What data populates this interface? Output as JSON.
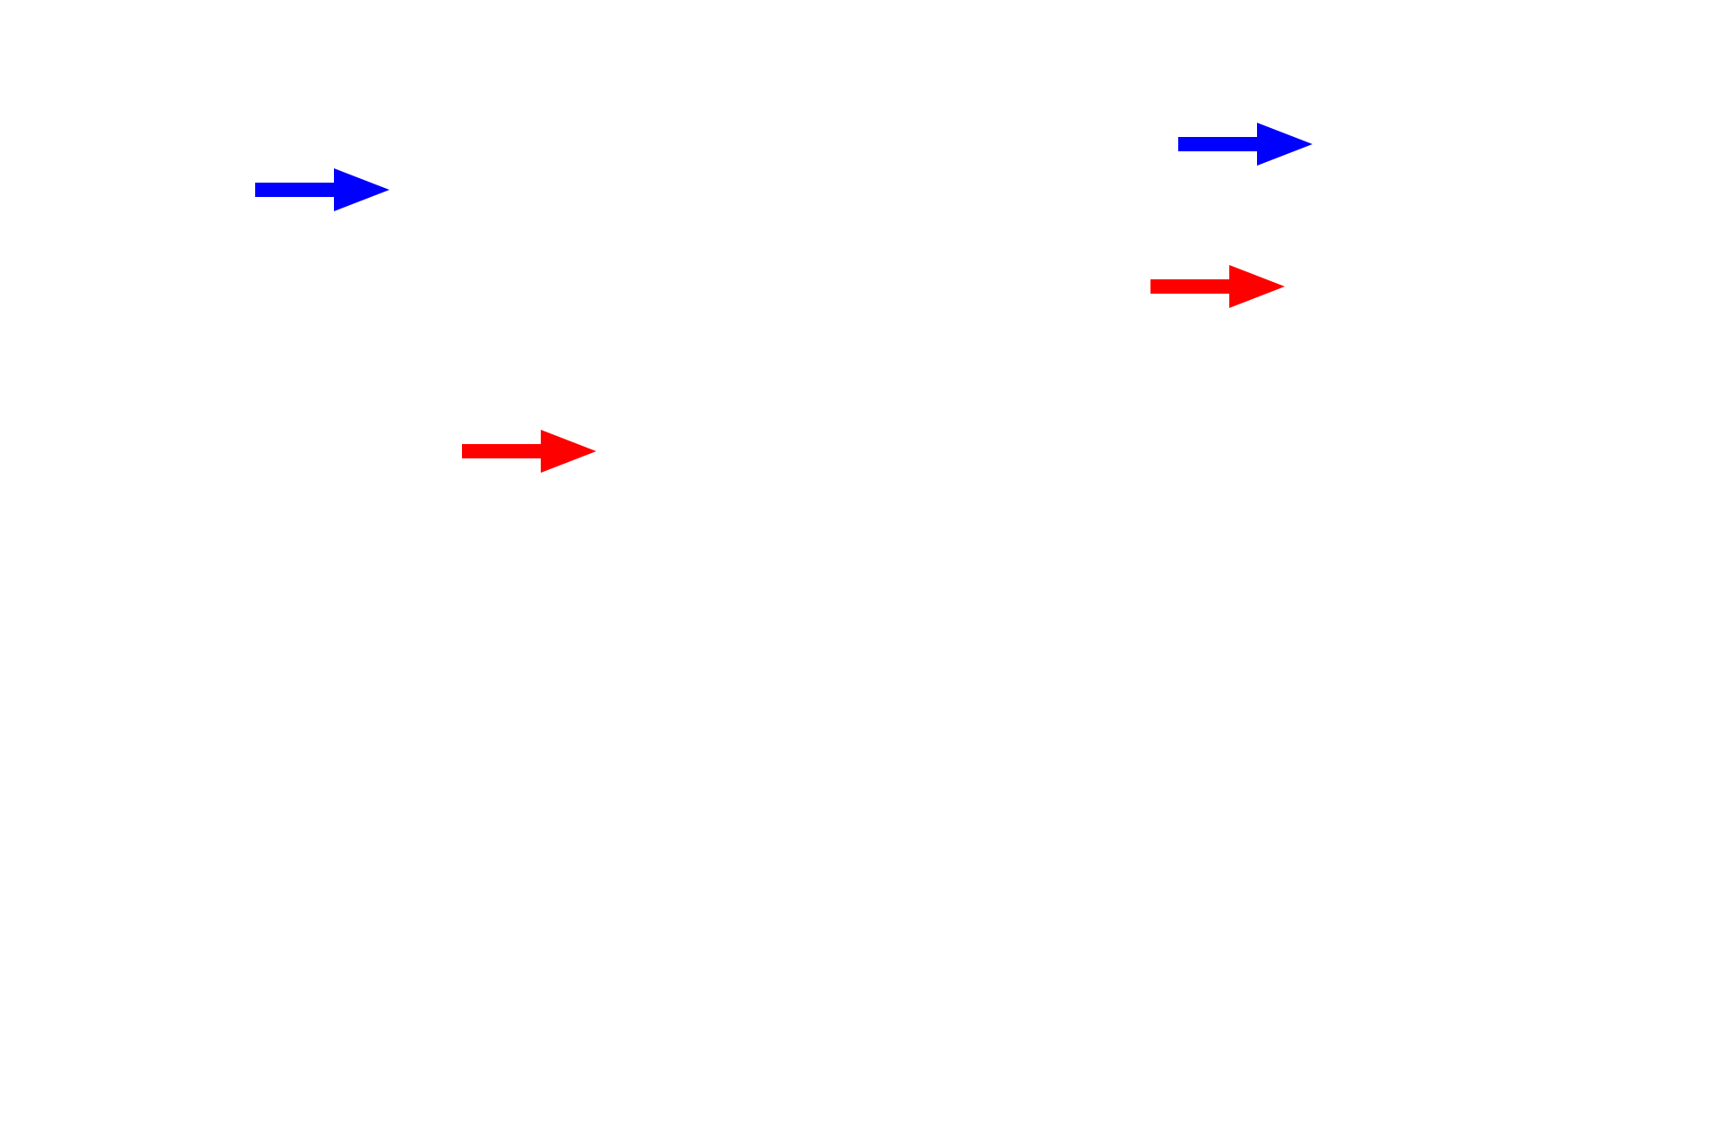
{
  "background_color": "#ffffff",
  "arrows": [
    {
      "name": "blue-arrow-left",
      "color": "#0000ff",
      "icon": "arrow-right-icon"
    },
    {
      "name": "blue-arrow-right",
      "color": "#0000ff",
      "icon": "arrow-right-icon"
    },
    {
      "name": "red-arrow-right",
      "color": "#ff0000",
      "icon": "arrow-right-icon"
    },
    {
      "name": "red-arrow-left",
      "color": "#ff0000",
      "icon": "arrow-right-icon"
    }
  ]
}
